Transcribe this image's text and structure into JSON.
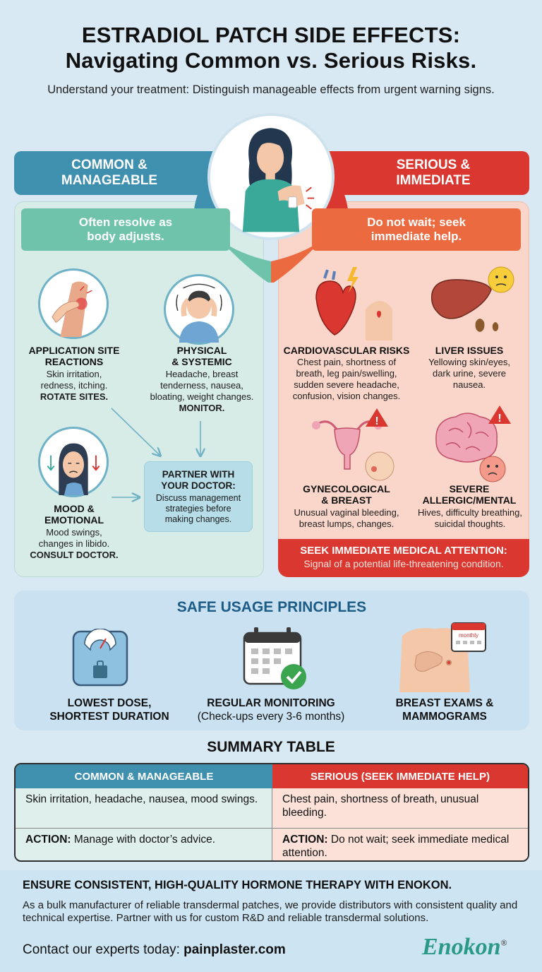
{
  "header": {
    "title_line1": "ESTRADIOL PATCH SIDE EFFECTS:",
    "title_line2": "Navigating Common vs. Serious Risks.",
    "subtitle": "Understand your treatment: Distinguish manageable effects from urgent warning signs."
  },
  "common": {
    "banner_line1": "COMMON &",
    "banner_line2": "MANAGEABLE",
    "pill_line1": "Often resolve as",
    "pill_line2": "body adjusts.",
    "items": [
      {
        "title_line1": "APPLICATION SITE",
        "title_line2": "REACTIONS",
        "desc_line1": "Skin irritation,",
        "desc_line2": "redness, itching.",
        "action": "ROTATE SITES.",
        "icon": "skin-irritation-icon"
      },
      {
        "title_line1": "PHYSICAL",
        "title_line2": "& SYSTEMIC",
        "desc_line1": "Headache, breast",
        "desc_line2": "tenderness, nausea,",
        "desc_line3": "bloating, weight changes.",
        "action": "MONITOR.",
        "icon": "headache-icon"
      },
      {
        "title_line1": "MOOD &",
        "title_line2": "EMOTIONAL",
        "desc_line1": "Mood swings,",
        "desc_line2": "changes in libido.",
        "action": "CONSULT DOCTOR.",
        "icon": "mood-icon"
      }
    ],
    "partner": {
      "title_line1": "PARTNER WITH",
      "title_line2": "YOUR DOCTOR:",
      "desc_line1": "Discuss management",
      "desc_line2": "strategies before",
      "desc_line3": "making changes."
    }
  },
  "serious": {
    "banner_line1": "SERIOUS &",
    "banner_line2": "IMMEDIATE",
    "pill_line1": "Do not wait; seek",
    "pill_line2": "immediate help.",
    "items": [
      {
        "title": "CARDIOVASCULAR RISKS",
        "desc_line1": "Chest pain, shortness of",
        "desc_line2": "breath, leg pain/swelling,",
        "desc_line3": "sudden severe headache,",
        "desc_line4": "confusion, vision changes.",
        "icon": "heart-icon"
      },
      {
        "title": "LIVER ISSUES",
        "desc_line1": "Yellowing skin/eyes,",
        "desc_line2": "dark urine, severe",
        "desc_line3": "nausea.",
        "icon": "liver-icon"
      },
      {
        "title_line1": "GYNECOLOGICAL",
        "title_line2": "& BREAST",
        "desc_line1": "Unusual vaginal bleeding,",
        "desc_line2": "breast lumps, changes.",
        "icon": "uterus-icon"
      },
      {
        "title_line1": "SEVERE",
        "title_line2": "ALLERGIC/MENTAL",
        "desc_line1": "Hives, difficulty breathing,",
        "desc_line2": "suicidal thoughts.",
        "icon": "brain-icon"
      }
    ],
    "alert_title": "SEEK IMMEDIATE MEDICAL ATTENTION:",
    "alert_desc": "Signal of a potential life-threatening condition."
  },
  "safe_usage": {
    "title": "SAFE USAGE PRINCIPLES",
    "items": [
      {
        "line1": "LOWEST DOSE,",
        "line2": "SHORTEST DURATION",
        "icon": "scale-icon"
      },
      {
        "line1": "REGULAR MONITORING",
        "line2": "(Check-ups every 3-6 months)",
        "icon": "calendar-check-icon"
      },
      {
        "line1": "BREAST EXAMS &",
        "line2": "MAMMOGRAMS",
        "icon": "breast-exam-icon",
        "calendar_label": "monthly"
      }
    ]
  },
  "summary": {
    "title": "SUMMARY TABLE",
    "col_left": "COMMON & MANAGEABLE",
    "col_right": "SERIOUS (SEEK IMMEDIATE HELP)",
    "row1_left": "Skin irritation, headache, nausea, mood swings.",
    "row1_right": "Chest pain, shortness of breath, unusual bleeding.",
    "row2_left_label": "ACTION:",
    "row2_left": " Manage with doctor’s advice.",
    "row2_right_label": "ACTION:",
    "row2_right": " Do not wait; seek immediate medical attention."
  },
  "footer": {
    "title": "ENSURE CONSISTENT, HIGH-QUALITY HORMONE THERAPY WITH ENOKON.",
    "desc": "As a bulk manufacturer of reliable transdermal patches, we provide distributors with consistent quality and technical expertise. Partner with us for custom R&D and reliable transdermal solutions.",
    "contact_label": "Contact our experts today: ",
    "contact_site": "painplaster.com",
    "logo": "Enokon",
    "logo_mark": "®"
  },
  "colors": {
    "common_accent": "#3f8fae",
    "common_pill": "#6fc3ab",
    "serious_accent": "#d9372f",
    "serious_pill": "#ec6a40",
    "safe_title": "#1d5c86",
    "logo": "#2a9a86"
  }
}
